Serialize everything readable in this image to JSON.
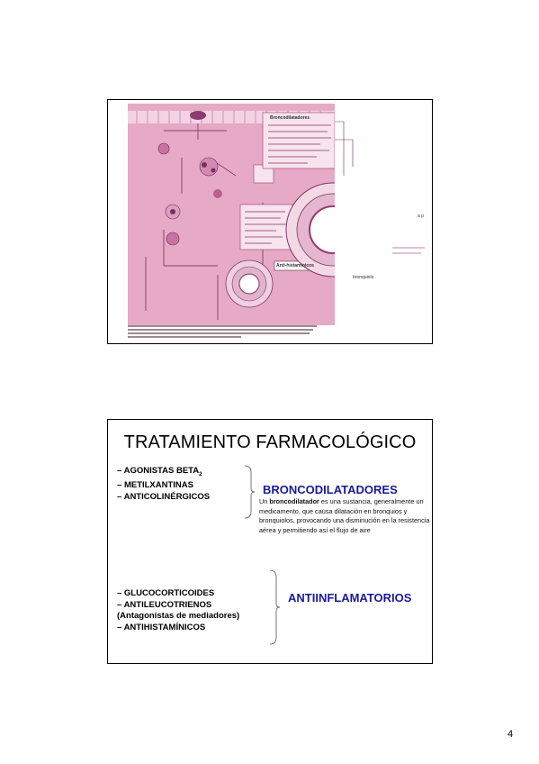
{
  "slide1": {
    "figure_labels": {
      "panel_header": "Broncodilatadores",
      "anti_histamine": "Anti-histamínicos",
      "bronchiole": "bronquiolo",
      "side_text": "a p"
    }
  },
  "slide2": {
    "title": "TRATAMIENTO FARMACOLÓGICO",
    "bronchodilator_group": {
      "items": [
        {
          "prefix": "– ",
          "text": "AGONISTAS BETA",
          "subscript": "2"
        },
        {
          "prefix": "– ",
          "text": "METILXANTINAS",
          "subscript": ""
        },
        {
          "prefix": "– ",
          "text": "ANTICOLINÉRGICOS",
          "subscript": ""
        }
      ],
      "heading": "BRONCODILATADORES",
      "definition_pre": "Un ",
      "definition_bold": "broncodilatador",
      "definition_post": " es una sustancia, generalmente un medicamento, que causa dilatación en bronquios y bronquiolos, provocando una disminución en la resistencia aérea y permitiendo así el flujo de aire"
    },
    "anti_inflammatory_group": {
      "items": [
        "– GLUCOCORTICOIDES",
        "– ANTILEUCOTRIENOS",
        "(Antagonistas de mediadores)",
        "– ANTIHISTAMÍNICOS"
      ],
      "heading": "ANTIINFLAMATORIOS"
    }
  },
  "page_number": "4",
  "colors": {
    "figure_background": "#e6a9c6",
    "heading_blue": "#1a1a9a"
  }
}
